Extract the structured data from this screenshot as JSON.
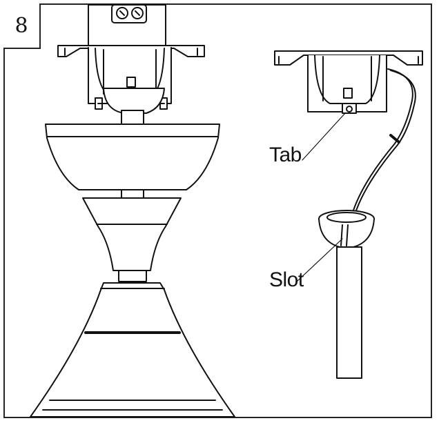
{
  "step": {
    "number": "8"
  },
  "labels": {
    "tab": "Tab",
    "slot": "Slot"
  },
  "colors": {
    "stroke": "#111111",
    "fill": "#ffffff",
    "frame": "#222222"
  }
}
